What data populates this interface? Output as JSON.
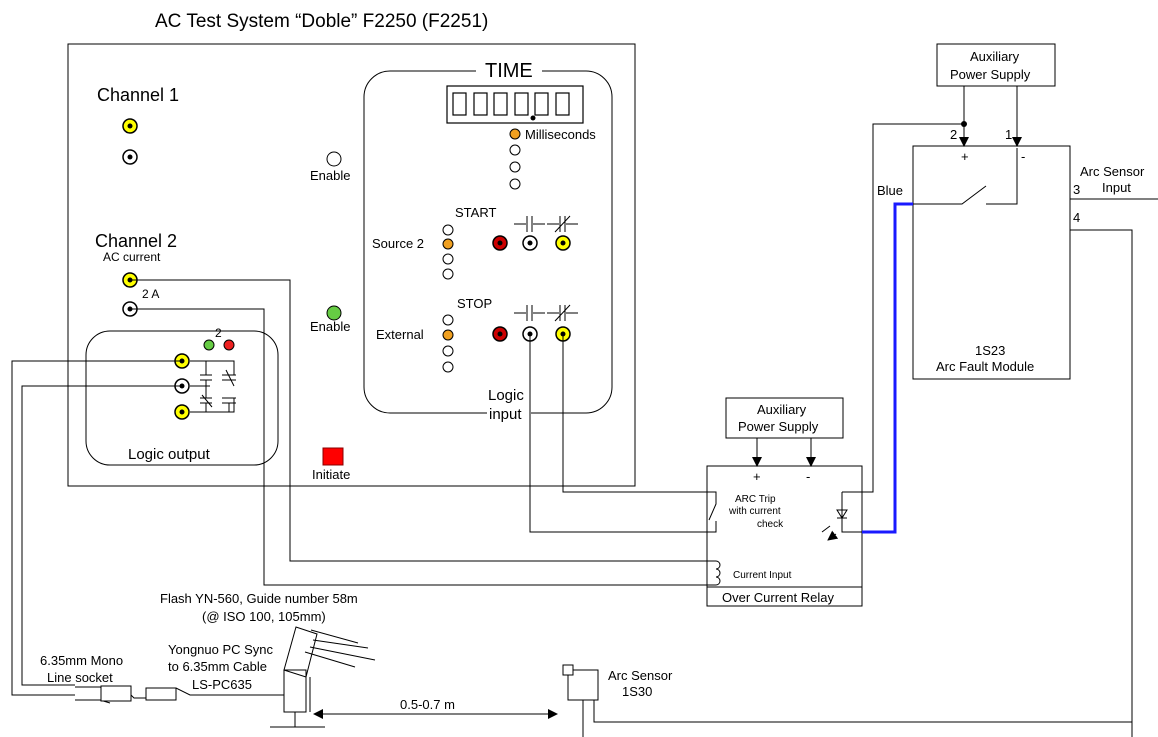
{
  "title": "AC Test System “Doble” F2250 (F2251)",
  "doble": {
    "channel1": "Channel 1",
    "channel2": "Channel 2",
    "ac_current": "AC current",
    "two_a": "2 A",
    "enable": "Enable",
    "enable2": "Enable",
    "initiate": "Initiate",
    "logic_output": "Logic output",
    "logic_out_num": "2",
    "time": "TIME",
    "milliseconds": "Milliseconds",
    "start": "START",
    "stop": "STOP",
    "source2": "Source 2",
    "external": "External",
    "logic_input_1": "Logic",
    "logic_input_2": "input"
  },
  "aux_power": {
    "line1": "Auxiliary",
    "line2": "Power Supply"
  },
  "aux_power_2": {
    "line1": "Auxiliary",
    "line2": "Power Supply"
  },
  "arc_module": {
    "name": "1S23",
    "desc": "Arc Fault Module",
    "plus": "+",
    "minus": "-",
    "t1": "1",
    "t2": "2",
    "t3": "3",
    "t4": "4",
    "blue": "Blue",
    "sensor_input_1": "Arc Sensor",
    "sensor_input_2": "Input"
  },
  "relay": {
    "name": "Over Current Relay",
    "plus": "+",
    "minus": "-",
    "arc_trip_1": "ARC Trip",
    "arc_trip_2": "with current",
    "arc_trip_3": "check",
    "current_input": "Current Input"
  },
  "flash": {
    "line1": "Flash YN-560, Guide number 58m",
    "line2": "(@ ISO 100, 105mm)"
  },
  "cable": {
    "line1": "Yongnuo PC Sync",
    "line2": "to 6.35mm Cable",
    "line3": "LS-PC635"
  },
  "socket": {
    "line1": "6.35mm Mono",
    "line2": "Line socket"
  },
  "arc_sensor": {
    "line1": "Arc Sensor",
    "line2": "1S30"
  },
  "distance": "0.5-0.7 m",
  "colors": {
    "yellow_jack": "#ffff00",
    "red_jack": "#cc0000",
    "orange_led": "#f0a020",
    "green_led": "#66cc44",
    "red_led": "#ee2020",
    "initiate": "#ff0000",
    "blue_wire": "#1a1aff"
  }
}
